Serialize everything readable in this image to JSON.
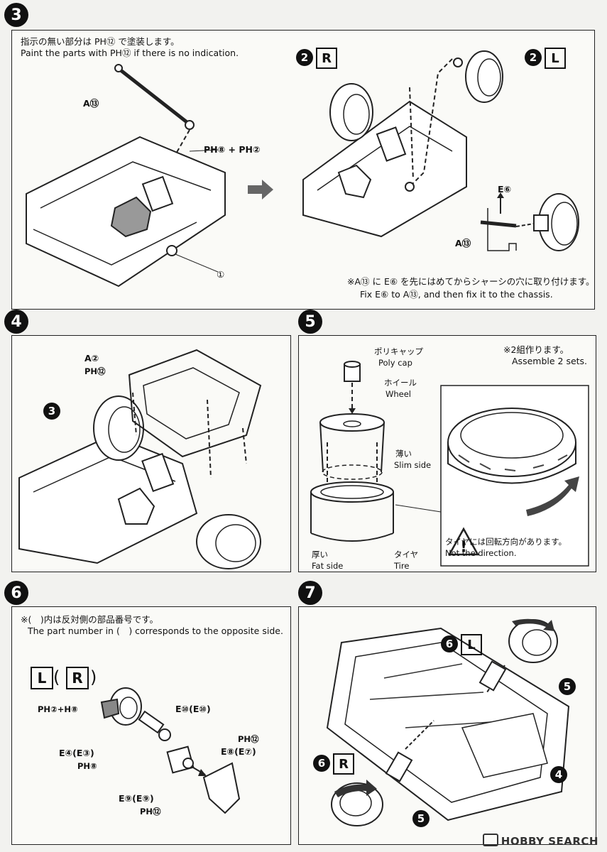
{
  "steps": {
    "s3": {
      "number": "3",
      "note_jp": "指示の無い部分は PH⑫ で塗装します。",
      "note_en": "Paint the parts with PH⑫ if there is no indication.",
      "label_a13": "A⑬",
      "label_paint": "PH⑧ + PH②",
      "label_1": "①",
      "label_2r": "2",
      "label_r": "R",
      "label_2l": "2",
      "label_l": "L",
      "label_e6": "E⑥",
      "label_a13b": "A⑬",
      "foot_jp": "※A⑬ に E⑥ を先にはめてからシャーシの穴に取り付けます。",
      "foot_en": "Fix E⑥ to A⑬, and then fix it to the chassis."
    },
    "s4": {
      "number": "4",
      "label_a2": "A②",
      "label_ph12": "PH⑫",
      "label_3": "3"
    },
    "s5": {
      "number": "5",
      "sets_jp": "※2組作ります。",
      "sets_en": "Assemble 2 sets.",
      "polycap_jp": "ポリキャップ",
      "polycap_en": "Poly cap",
      "wheel_jp": "ホイール",
      "wheel_en": "Wheel",
      "slim_jp": "薄い",
      "slim_en": "Slim side",
      "fat_jp": "厚い",
      "fat_en": "Fat side",
      "tire_jp": "タイヤ",
      "tire_en": "Tire",
      "dir_jp": "タイヤには回転方向があります。",
      "dir_en": "Not the direction."
    },
    "s6": {
      "number": "6",
      "note_jp": "※(　)内は反対側の部品番号です。",
      "note_en": "The part number in (　) corresponds to the opposite side.",
      "l": "L",
      "r": "R",
      "paint1": "PH②+H⑧",
      "e10": "E⑩(E⑩)",
      "e4": "E④(E③)",
      "ph8": "PH⑧",
      "ph12a": "PH⑫",
      "e8": "E⑧(E⑦)",
      "e9": "E⑨(E⑨)",
      "ph12b": "PH⑫"
    },
    "s7": {
      "number": "7",
      "l6": "6",
      "l": "L",
      "r6": "6",
      "r": "R",
      "five_a": "5",
      "five_b": "5",
      "four": "4"
    }
  },
  "watermark": "HOBBY SEARCH"
}
